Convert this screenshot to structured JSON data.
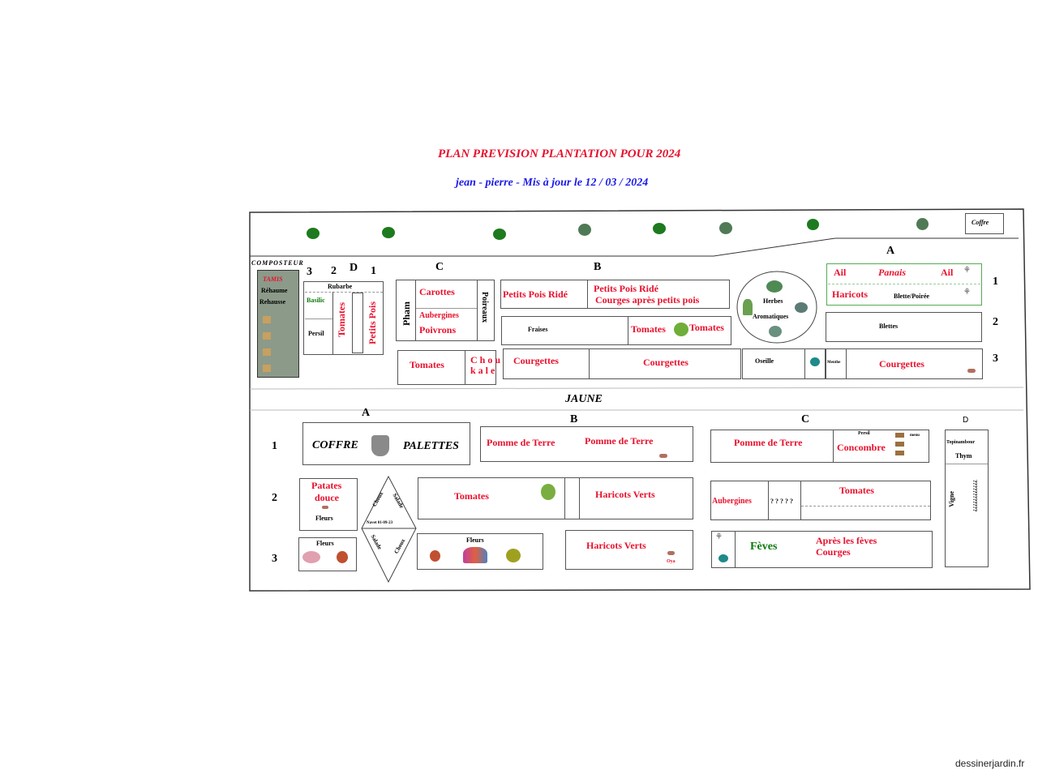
{
  "title": "PLAN PREVISION PLANTATION POUR 2024",
  "subtitle": "jean - pierre - Mis à jour le  12 / 03 / 2024",
  "watermark": "dessinerjardin.fr",
  "top": {
    "coffre": "Coffre",
    "compost": "COMPOSTEUR",
    "tamis": "TAMIS",
    "rehausse1": "Réhaume",
    "rehausse2": "Rehausse",
    "colA": "A",
    "colB": "B",
    "colC": "C",
    "colD": "D",
    "n3": "3",
    "n2": "2",
    "n1": "1",
    "row1": "1",
    "row2": "2",
    "row3": "3",
    "rubarbe": "Rubarbe",
    "basilic": "Basilic",
    "persil": "Persil",
    "tomates_v": "Tomates",
    "petitspois_v": "Petits Pois",
    "pham": "Pham",
    "carottes": "Carottes",
    "aubergines": "Aubergines",
    "poivrons": "Poivrons",
    "poireaux": "Poireaux",
    "petitspois_ride": "Petits Pois Ridé",
    "petitspois_ride2": "Petits Pois Ridé",
    "courges_apres": "Courges après petits pois",
    "fraises": "Fraises",
    "tomates_b": "Tomates",
    "tomates_c": "Tomates",
    "tomates_row3": "Tomates",
    "choukale": "Chou kale",
    "courgettes1": "Courgettes",
    "courgettes2": "Courgettes",
    "oseille": "Oseille",
    "menthe": "Menthe",
    "courgettes3": "Courgettes",
    "herbes1": "Herbes",
    "herbes2": "Aromatiques",
    "ail1": "Ail",
    "panais": "Panais",
    "ail2": "Ail",
    "haricots": "Haricots",
    "blette_poiree": "Blette/Poirée",
    "blettes": "Blettes"
  },
  "path": "JAUNE",
  "bottom": {
    "colA": "A",
    "colB": "B",
    "colC": "C",
    "colD": "D",
    "row1": "1",
    "row2": "2",
    "row3": "3",
    "coffre": "COFFRE",
    "palettes": "PALETTES",
    "pdt1": "Pomme de Terre",
    "pdt2": "Pomme de Terre",
    "pdt3": "Pomme de Terre",
    "persil": "Persil",
    "concombre": "Concombre",
    "menu": "menu",
    "topinambour": "Topinambour",
    "thym": "Thym",
    "vigne": "Vigne",
    "vigne_dots": "? ? ? ? ? ? ? ? ? ? ? ?",
    "patates": "Patates",
    "douce": "douce",
    "fleurs1": "Fleurs",
    "choux": "Choux",
    "salade1": "Salade",
    "semis": "Navet 01-09-23",
    "salade2": "Salade",
    "choux2": "Choux",
    "tomates1": "Tomates",
    "haricots_verts1": "Haricots Verts",
    "aubergines": "Aubergines",
    "questions": "? ? ? ? ?",
    "tomates2": "Tomates",
    "fleurs2": "Fleurs",
    "fleurs3": "Fleurs",
    "haricots_verts2": "Haricots Verts",
    "oya": "Oya",
    "feves": "Fèves",
    "apres_feves": "Après les fèves",
    "courges": "Courges"
  },
  "colors": {
    "title": "#e8112d",
    "subtitle": "#1a1ae8",
    "label_red": "#e8112d",
    "label_green": "#0a7a0a",
    "compost": "#8c9a8a"
  }
}
